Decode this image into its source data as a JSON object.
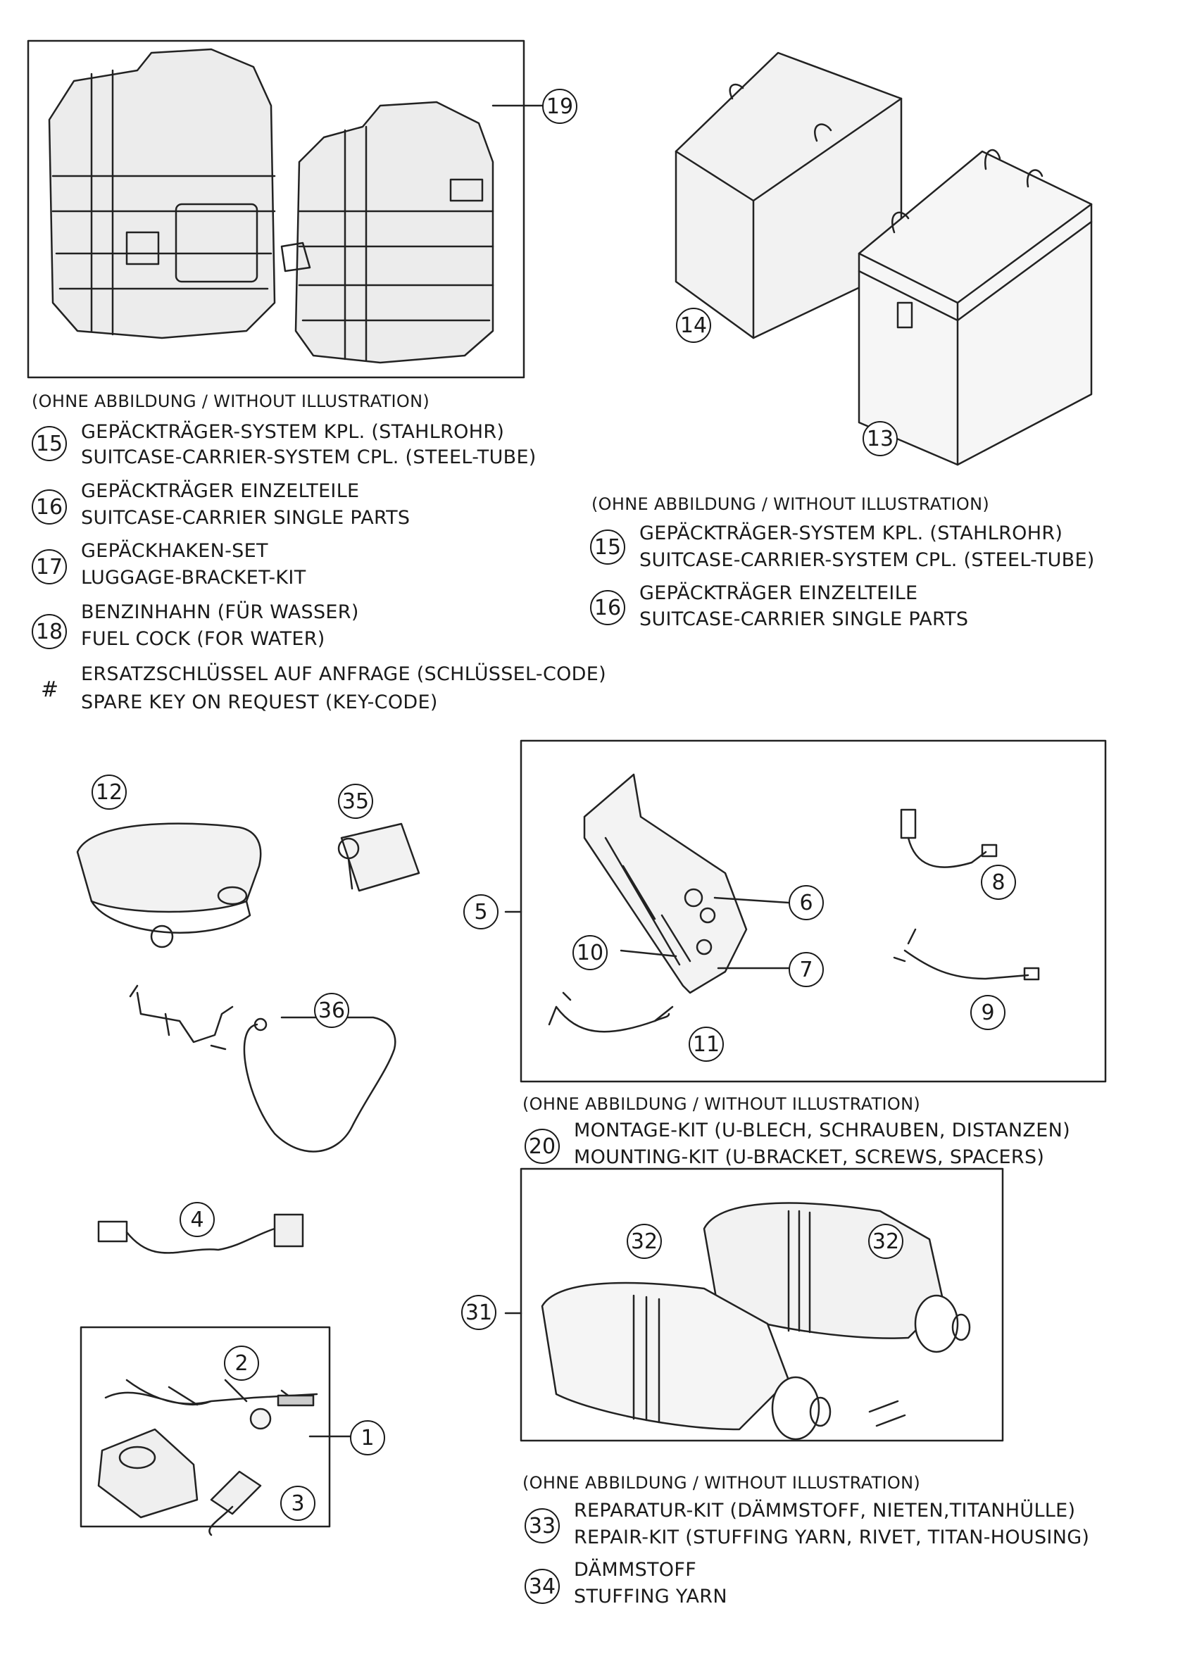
{
  "without_illustration": "(OHNE ABBILDUNG / WITHOUT ILLUSTRATION)",
  "callouts": [
    "19",
    "14",
    "13",
    "12",
    "35",
    "5",
    "6",
    "7",
    "8",
    "9",
    "10",
    "11",
    "36",
    "4",
    "2",
    "1",
    "3",
    "31",
    "32",
    "32"
  ],
  "legend_left": [
    {
      "num": "15",
      "de": "GEPÄCKTRÄGER-SYSTEM KPL. (STAHLROHR)",
      "en": "SUITCASE-CARRIER-SYSTEM CPL. (STEEL-TUBE)"
    },
    {
      "num": "16",
      "de": "GEPÄCKTRÄGER EINZELTEILE",
      "en": "SUITCASE-CARRIER SINGLE PARTS"
    },
    {
      "num": "17",
      "de": "GEPÄCKHAKEN-SET",
      "en": "LUGGAGE-BRACKET-KIT"
    },
    {
      "num": "18",
      "de": "BENZINHAHN (FÜR WASSER)",
      "en": "FUEL COCK (FOR WATER)"
    },
    {
      "num": "#",
      "de": "ERSATZSCHLÜSSEL AUF ANFRAGE (SCHLÜSSEL-CODE)",
      "en": "SPARE KEY ON REQUEST (KEY-CODE)"
    }
  ],
  "legend_right": [
    {
      "num": "15",
      "de": "GEPÄCKTRÄGER-SYSTEM KPL. (STAHLROHR)",
      "en": "SUITCASE-CARRIER-SYSTEM CPL. (STEEL-TUBE)"
    },
    {
      "num": "16",
      "de": "GEPÄCKTRÄGER EINZELTEILE",
      "en": "SUITCASE-CARRIER SINGLE PARTS"
    }
  ],
  "legend_mount": [
    {
      "num": "20",
      "de": "MONTAGE-KIT (U-BLECH, SCHRAUBEN, DISTANZEN)",
      "en": "MOUNTING-KIT (U-BRACKET, SCREWS, SPACERS)"
    }
  ],
  "legend_exhaust": [
    {
      "num": "33",
      "de": "REPARATUR-KIT (DÄMMSTOFF, NIETEN,TITANHÜLLE)",
      "en": "REPAIR-KIT (STUFFING YARN, RIVET, TITAN-HOUSING)"
    },
    {
      "num": "34",
      "de": "DÄMMSTOFF",
      "en": "STUFFING YARN"
    }
  ]
}
